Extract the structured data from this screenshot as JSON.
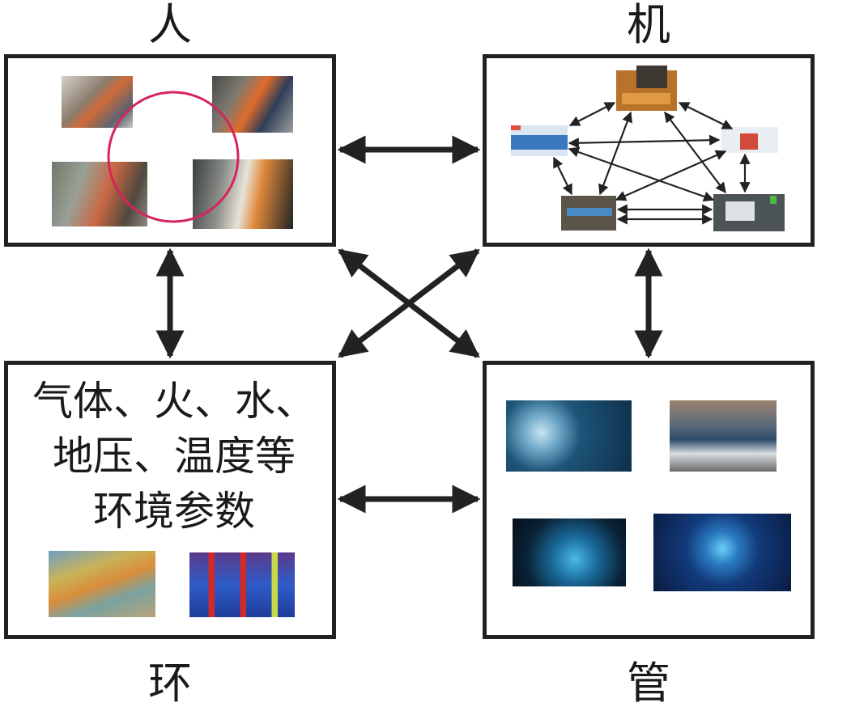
{
  "labels": {
    "person": "人",
    "machine": "机",
    "environment": "环",
    "management": "管"
  },
  "environment_box": {
    "lines": [
      "气体、火、水、",
      "地压、温度等",
      "环境参数"
    ]
  },
  "colors": {
    "border": "#222222",
    "highlight_circle": "#d6245a",
    "arrow": "#222222"
  }
}
